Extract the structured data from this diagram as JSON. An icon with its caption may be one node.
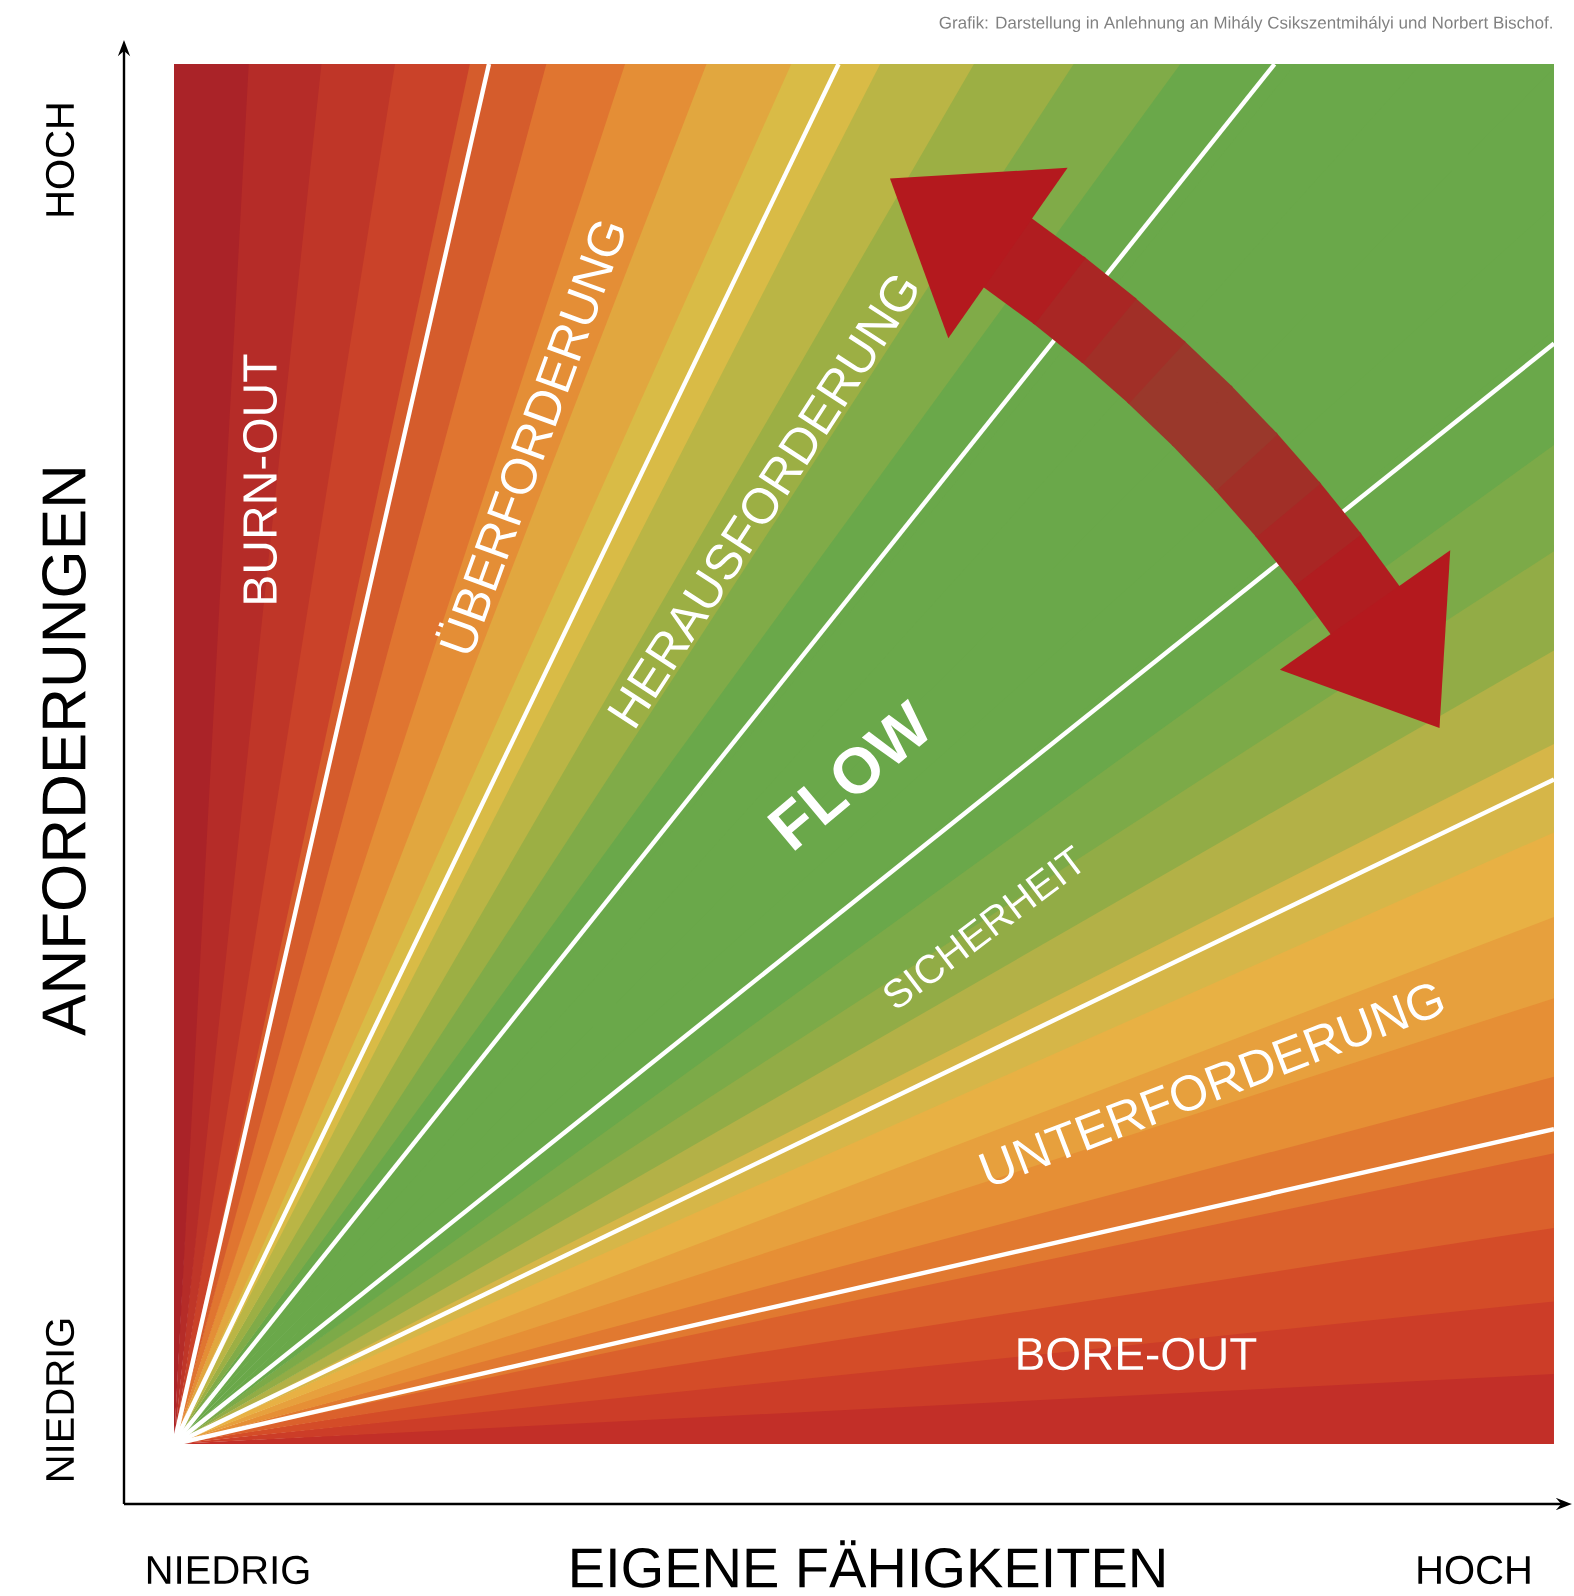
{
  "diagram": {
    "nodes": [
      {
        "text": [
          "BURN-OUT"
        ]
      },
      {
        "text": [
          "ÜBERFORDERUNG"
        ]
      },
      {
        "text": [
          "HERAUSFORDERUNG"
        ]
      },
      {
        "text": [
          "FLOW"
        ]
      },
      {
        "text": [
          "SICHERHEIT"
        ]
      },
      {
        "text": [
          "UNTERFORDERUNG"
        ]
      },
      {
        "text": [
          "BORE-OUT"
        ]
      }
    ],
    "labels": [
      "Grafik: Darstellung in Anlehnung an Mihály Csikszentmihályi und Norbert Bischof.",
      "HOCH",
      "ANFORDERUNGEN",
      "NIEDRIG",
      "NIEDRIG",
      "EIGENE FÄHIGKEITEN",
      "HOCH"
    ]
  }
}
